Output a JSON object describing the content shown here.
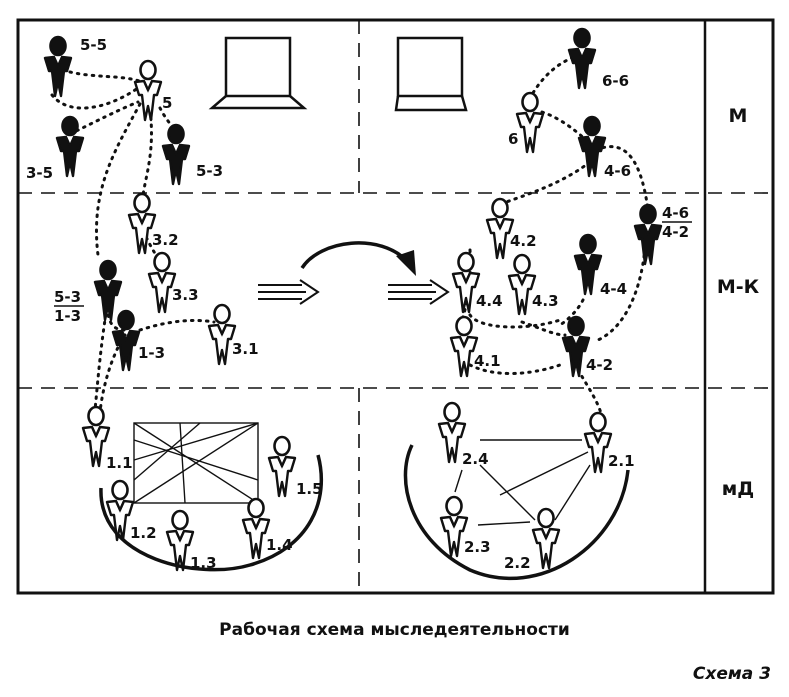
{
  "caption": "Рабочая схема мыследеятельности",
  "scheme_number": "Схема 3",
  "zones": [
    "М",
    "М-К",
    "мД"
  ],
  "colors": {
    "ink": "#111111",
    "background": "#ffffff"
  },
  "icons": {
    "person": "person-icon",
    "laptop": "laptop-icon",
    "arrow": "arrow-icon"
  },
  "figures": [
    {
      "id": "5-5",
      "label": "5-5",
      "filled": true
    },
    {
      "id": "5",
      "label": "5",
      "filled": false
    },
    {
      "id": "3-5",
      "label": "3-5",
      "filled": true
    },
    {
      "id": "5-3",
      "label": "5-3",
      "filled": true
    },
    {
      "id": "3.2",
      "label": "3.2",
      "filled": false
    },
    {
      "id": "3.3",
      "label": "3.3",
      "filled": false
    },
    {
      "id": "5-3/1-3",
      "label": "5-3",
      "label2": "1-3",
      "filled": true
    },
    {
      "id": "1-3",
      "label": "1-3",
      "filled": true
    },
    {
      "id": "3.1",
      "label": "3.1",
      "filled": false
    },
    {
      "id": "1.1",
      "label": "1.1",
      "filled": false
    },
    {
      "id": "1.2",
      "label": "1.2",
      "filled": false
    },
    {
      "id": "1.3",
      "label": "1.3",
      "filled": false
    },
    {
      "id": "1.4",
      "label": "1.4",
      "filled": false
    },
    {
      "id": "1.5",
      "label": "1.5",
      "filled": false
    },
    {
      "id": "6-6",
      "label": "6-6",
      "filled": true
    },
    {
      "id": "6",
      "label": "6",
      "filled": false
    },
    {
      "id": "4-6",
      "label": "4-6",
      "filled": true
    },
    {
      "id": "4-6/4-2",
      "label": "4-6",
      "label2": "4-2",
      "filled": true
    },
    {
      "id": "4.2",
      "label": "4.2",
      "filled": false
    },
    {
      "id": "4.4",
      "label": "4.4",
      "filled": false
    },
    {
      "id": "4.3",
      "label": "4.3",
      "filled": false
    },
    {
      "id": "4-4",
      "label": "4-4",
      "filled": true
    },
    {
      "id": "4.1",
      "label": "4.1",
      "filled": false
    },
    {
      "id": "4-2",
      "label": "4-2",
      "filled": true
    },
    {
      "id": "2.4",
      "label": "2.4",
      "filled": false
    },
    {
      "id": "2.1",
      "label": "2.1",
      "filled": false
    },
    {
      "id": "2.3",
      "label": "2.3",
      "filled": false
    },
    {
      "id": "2.2",
      "label": "2.2",
      "filled": false
    }
  ]
}
